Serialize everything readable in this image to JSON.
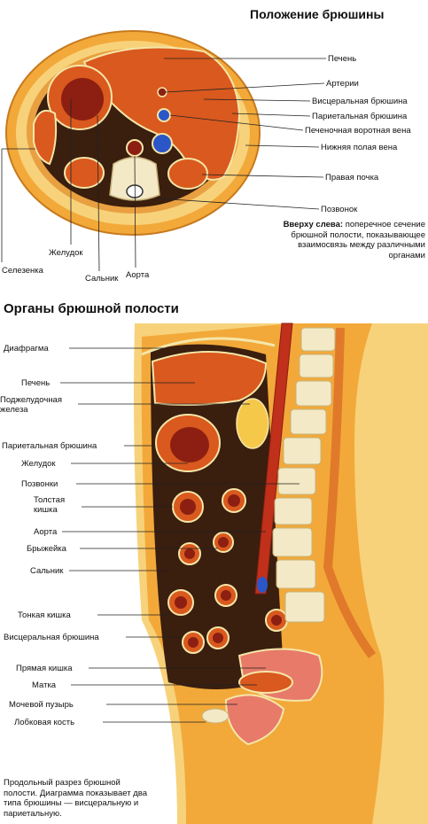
{
  "top": {
    "title": "Положение брюшины",
    "labels": {
      "liver": "Печень",
      "arteries": "Артерии",
      "visceral": "Висцеральная брюшина",
      "parietal": "Париетальная брюшина",
      "portal_vein": "Печеночная воротная вена",
      "vena_cava": "Нижняя полая вена",
      "kidney": "Правая почка",
      "vertebra": "Позвонок",
      "spleen": "Селезенка",
      "stomach": "Желудок",
      "omentum": "Сальник",
      "aorta": "Аорта"
    },
    "caption_bold": "Вверху слева:",
    "caption_text": " поперечное сечение брюшной полости, показывающее взаимосвязь между различными органами"
  },
  "bottom": {
    "title": "Органы брюшной полости",
    "labels": [
      "Диафрагма",
      "Печень",
      "Поджелудочная железа",
      "Париетальная брюшина",
      "Желудок",
      "Позвонки",
      "Толстая кишка",
      "Аорта",
      "Брыжейка",
      "Сальник",
      "Тонкая кишка",
      "Висцеральная брюшина",
      "Прямая кишка",
      "Матка",
      "Мочевой пузырь",
      "Лобковая кость"
    ],
    "caption": "Продольный разрез брюшной полости. Диаграмма показывает два типа брюшины — висцеральную и париетальную."
  },
  "colors": {
    "skin": "#f2a93a",
    "fat": "#f7d27a",
    "organ": "#d9591e",
    "organ_dark": "#8c1f12",
    "cavity": "#3a1e0e",
    "membrane": "#f5e6a8",
    "vein": "#2b56c8",
    "bone": "#f3e9c6"
  }
}
